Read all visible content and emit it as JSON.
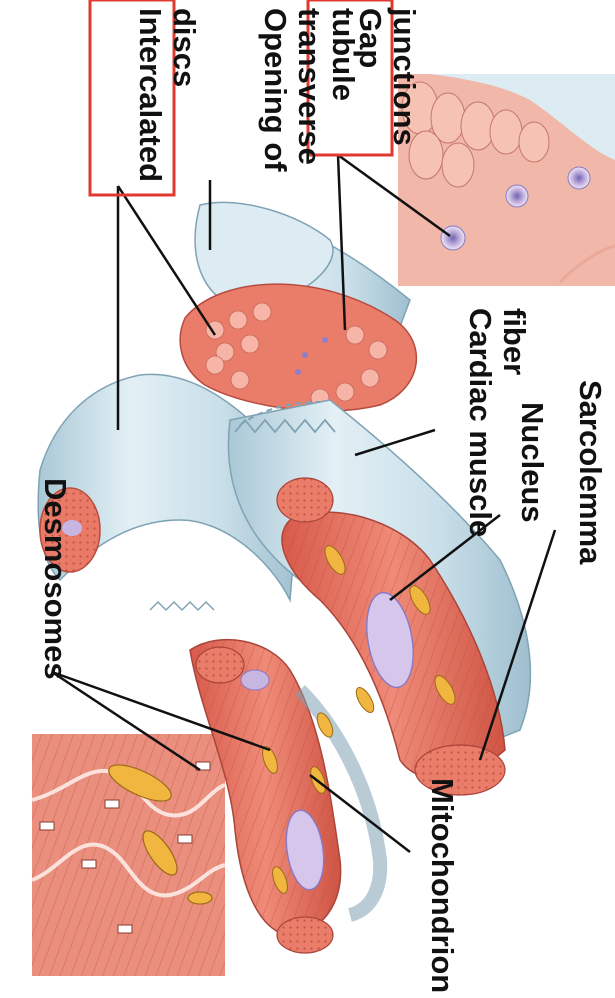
{
  "labels": {
    "intercalated_discs": [
      "Intercalated",
      "discs"
    ],
    "opening_of_transverse_tubule": [
      "Opening of",
      "transverse",
      "tubule"
    ],
    "gap_junctions": [
      "Gap",
      "junctions"
    ],
    "cardiac_muscle_fiber": [
      "Cardiac muscle",
      "fiber"
    ],
    "nucleus": "Nucleus",
    "sarcolemma": "Sarcolemma",
    "desmosomes": "Desmosomes",
    "mitochondrion": "Mitochondrion"
  },
  "colors": {
    "highlight_box": "#e0392f",
    "sarcolemma": "#cfe3ec",
    "muscle": "#e56f5e",
    "mitochondria": "#d9a23b",
    "nucleus": "#c8b6e2",
    "gap_junction": "#b9a6d8"
  }
}
